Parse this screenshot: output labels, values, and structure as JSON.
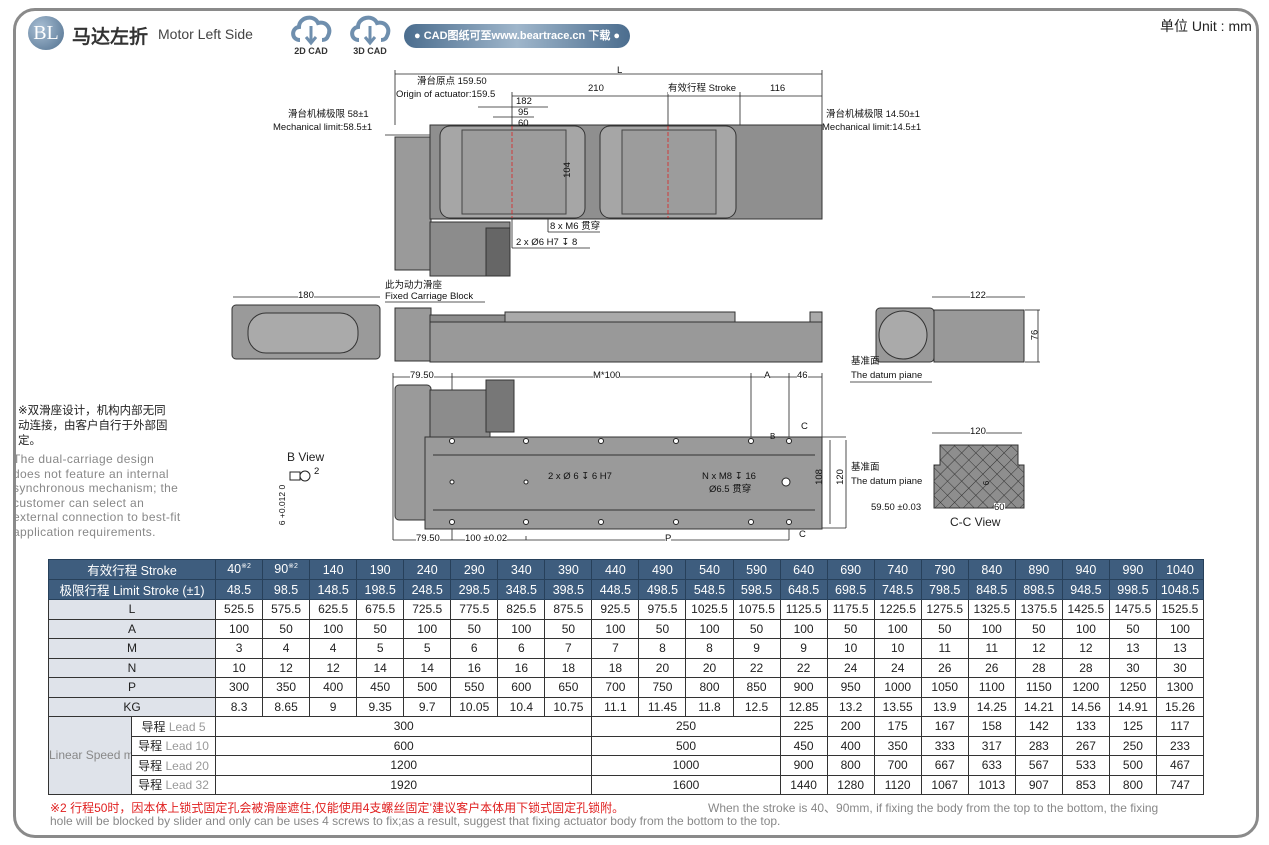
{
  "header": {
    "logo": "BL",
    "title_cn": "马达左折",
    "title_en": "Motor Left Side",
    "cad_2d": "2D CAD",
    "cad_3d": "3D CAD",
    "cad_link": "● CAD图纸可至www.beartrace.cn 下载 ●",
    "unit": "单位 Unit : mm"
  },
  "drawing": {
    "L": "L",
    "origin_cn": "滑台原点 159.50",
    "origin_en": "Origin of actuator:159.5",
    "d210": "210",
    "stroke": "有效行程 Stroke",
    "d116": "116",
    "d182": "182",
    "d95": "95",
    "d60": "60",
    "d104": "104",
    "limit_left_cn": "滑台机械极限 58±1",
    "limit_left_en": "Mechanical limit:58.5±1",
    "limit_right_cn": "滑台机械极限 14.50±1",
    "limit_right_en": "Mechanical limit:14.5±1",
    "m6": "8 x M6 贯穿",
    "phi6": "2 x Ø6 H7 ↧ 8",
    "d180": "180",
    "fixed_cn": "此为动力滑座",
    "fixed_en": "Fixed Carriage Block",
    "d122": "122",
    "d76": "76",
    "datum_cn": "基准面",
    "datum_en": "The datum piane",
    "d7950": "79.50",
    "m100": "M*100",
    "A": "A",
    "d46": "46",
    "C": "C",
    "B": "B",
    "hole_2x": "2 x Ø 6 ↧ 6 H7",
    "nxm8": "N x M8 ↧ 16",
    "phi65": "Ø6.5 贯穿",
    "d108": "108",
    "d120": "120",
    "d100": "100 ±0.02",
    "P": "P",
    "bview": "B View",
    "b2": "2",
    "btol": "6 +0.012 0",
    "d120b": "120",
    "d5950": "59.50 ±0.03",
    "d60b": "60",
    "d6": "6",
    "ccview": "C-C View"
  },
  "notes": {
    "cn": "※双滑座设计，机构内部无同动连接，由客户自行于外部固定。",
    "en": "The dual-carriage design does not feature an internal synchronous mechanism; the customer can select an external connection to best-fit application requirements."
  },
  "table": {
    "stroke_label": "有效行程  Stroke",
    "strokes": [
      "40",
      "90",
      "140",
      "190",
      "240",
      "290",
      "340",
      "390",
      "440",
      "490",
      "540",
      "590",
      "640",
      "690",
      "740",
      "790",
      "840",
      "890",
      "940",
      "990",
      "1040"
    ],
    "stroke_marks": [
      "※2",
      "※2"
    ],
    "limit_label": "极限行程 Limit Stroke (±1)",
    "limits": [
      "48.5",
      "98.5",
      "148.5",
      "198.5",
      "248.5",
      "298.5",
      "348.5",
      "398.5",
      "448.5",
      "498.5",
      "548.5",
      "598.5",
      "648.5",
      "698.5",
      "748.5",
      "798.5",
      "848.5",
      "898.5",
      "948.5",
      "998.5",
      "1048.5"
    ],
    "rows": [
      {
        "label": "L",
        "values": [
          "525.5",
          "575.5",
          "625.5",
          "675.5",
          "725.5",
          "775.5",
          "825.5",
          "875.5",
          "925.5",
          "975.5",
          "1025.5",
          "1075.5",
          "1125.5",
          "1175.5",
          "1225.5",
          "1275.5",
          "1325.5",
          "1375.5",
          "1425.5",
          "1475.5",
          "1525.5"
        ]
      },
      {
        "label": "A",
        "values": [
          "100",
          "50",
          "100",
          "50",
          "100",
          "50",
          "100",
          "50",
          "100",
          "50",
          "100",
          "50",
          "100",
          "50",
          "100",
          "50",
          "100",
          "50",
          "100",
          "50",
          "100"
        ]
      },
      {
        "label": "M",
        "values": [
          "3",
          "4",
          "4",
          "5",
          "5",
          "6",
          "6",
          "7",
          "7",
          "8",
          "8",
          "9",
          "9",
          "10",
          "10",
          "11",
          "11",
          "12",
          "12",
          "13",
          "13"
        ]
      },
      {
        "label": "N",
        "values": [
          "10",
          "12",
          "12",
          "14",
          "14",
          "16",
          "16",
          "18",
          "18",
          "20",
          "20",
          "22",
          "22",
          "24",
          "24",
          "26",
          "26",
          "28",
          "28",
          "30",
          "30"
        ]
      },
      {
        "label": "P",
        "values": [
          "300",
          "350",
          "400",
          "450",
          "500",
          "550",
          "600",
          "650",
          "700",
          "750",
          "800",
          "850",
          "900",
          "950",
          "1000",
          "1050",
          "1100",
          "1150",
          "1200",
          "1250",
          "1300"
        ]
      },
      {
        "label": "KG",
        "values": [
          "8.3",
          "8.65",
          "9",
          "9.35",
          "9.7",
          "10.05",
          "10.4",
          "10.75",
          "11.1",
          "11.45",
          "11.8",
          "12.5",
          "12.85",
          "13.2",
          "13.55",
          "13.9",
          "14.25",
          "14.21",
          "14.56",
          "14.91",
          "15.26"
        ]
      }
    ],
    "speed_label": "Linear Speed mm/s",
    "leads": [
      {
        "cn": "导程",
        "en": "Lead 5",
        "merged": [
          "300",
          "250"
        ],
        "values": [
          "225",
          "200",
          "175",
          "167",
          "158",
          "142",
          "133",
          "125",
          "117"
        ]
      },
      {
        "cn": "导程",
        "en": "Lead 10",
        "merged": [
          "600",
          "500"
        ],
        "values": [
          "450",
          "400",
          "350",
          "333",
          "317",
          "283",
          "267",
          "250",
          "233"
        ]
      },
      {
        "cn": "导程",
        "en": "Lead 20",
        "merged": [
          "1200",
          "1000"
        ],
        "values": [
          "900",
          "800",
          "700",
          "667",
          "633",
          "567",
          "533",
          "500",
          "467"
        ]
      },
      {
        "cn": "导程",
        "en": "Lead 32",
        "merged": [
          "1920",
          "1600"
        ],
        "values": [
          "1440",
          "1280",
          "1120",
          "1067",
          "1013",
          "907",
          "853",
          "800",
          "747"
        ]
      }
    ]
  },
  "footer": {
    "red": "※2 行程50时，因本体上锁式固定孔会被滑座遮住,仅能使用4支螺丝固定’建议客户本体用下锁式固定孔锁附。",
    "grey1": "When the stroke is 40、90mm, if fixing the body from the top to the bottom, the fixing",
    "grey2": "hole will be blocked by slider and only can be uses 4 screws to fix;as a result, suggest that fixing actuator body from the bottom to the top."
  }
}
